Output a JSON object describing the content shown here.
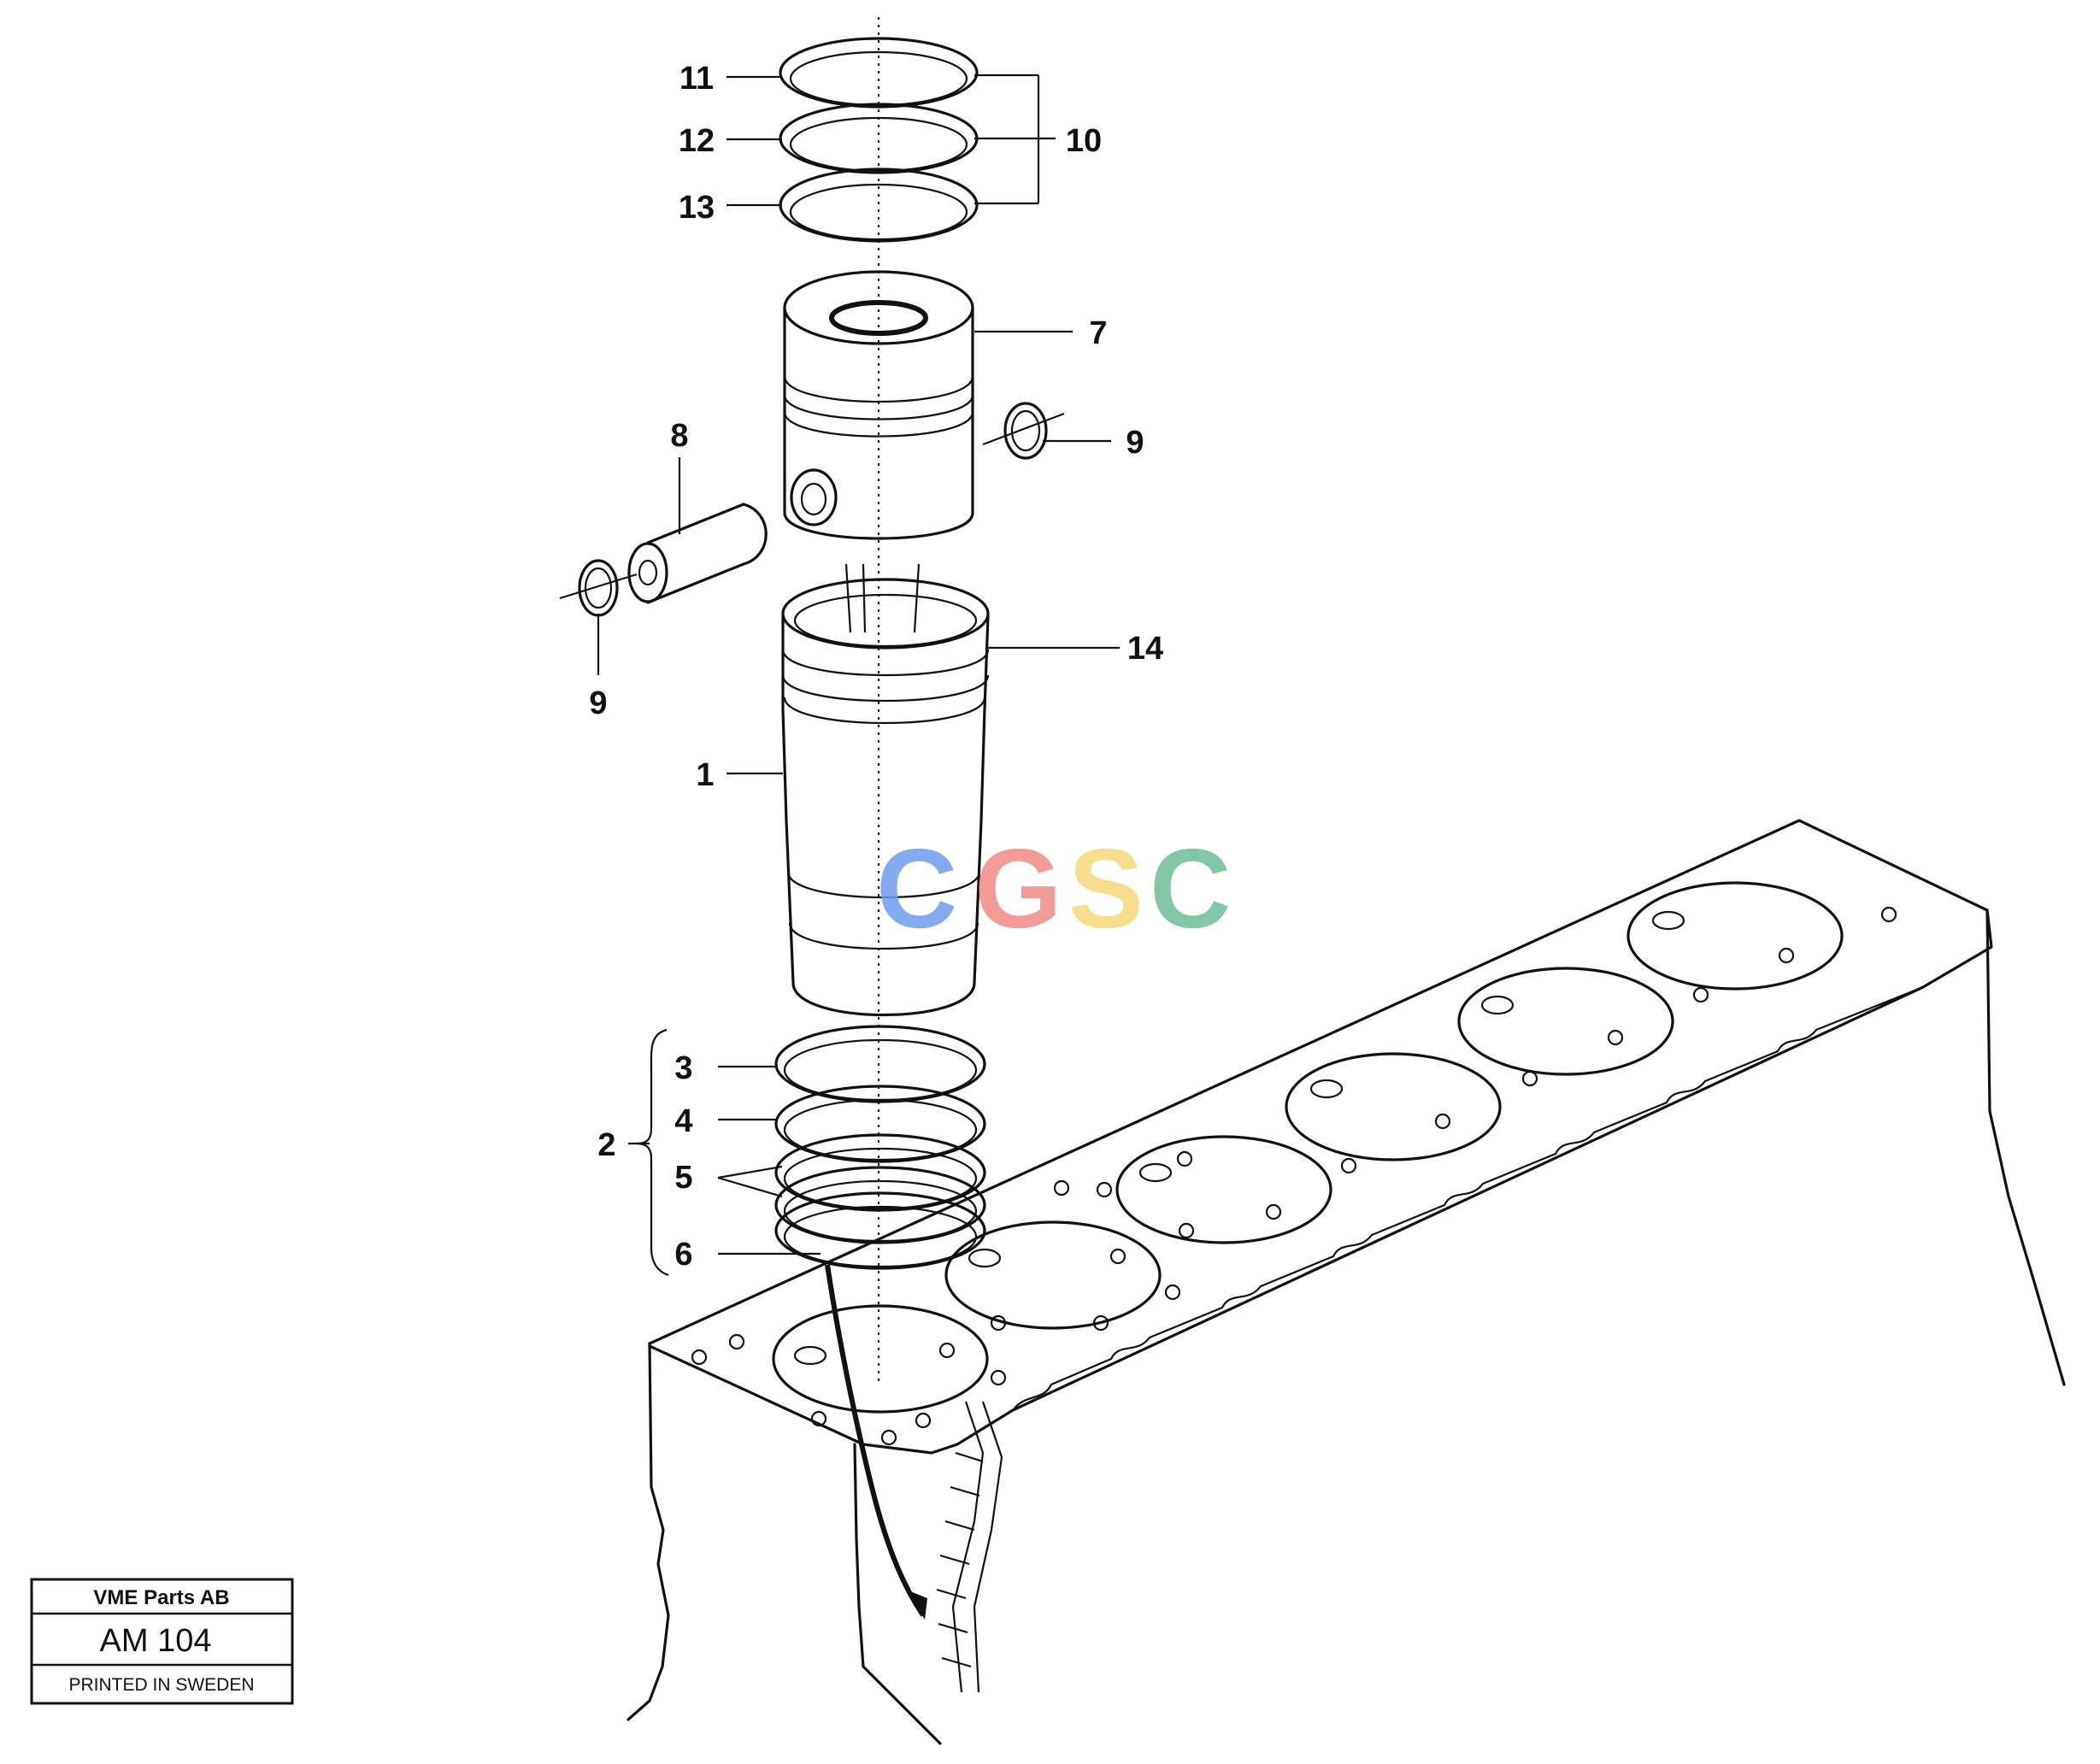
{
  "callouts": [
    {
      "id": "c1",
      "label": "1"
    },
    {
      "id": "c2",
      "label": "2"
    },
    {
      "id": "c3",
      "label": "3"
    },
    {
      "id": "c4",
      "label": "4"
    },
    {
      "id": "c5",
      "label": "5"
    },
    {
      "id": "c6",
      "label": "6"
    },
    {
      "id": "c7",
      "label": "7"
    },
    {
      "id": "c8",
      "label": "8"
    },
    {
      "id": "c9a",
      "label": "9"
    },
    {
      "id": "c9b",
      "label": "9"
    },
    {
      "id": "c10",
      "label": "10"
    },
    {
      "id": "c11",
      "label": "11"
    },
    {
      "id": "c12",
      "label": "12"
    },
    {
      "id": "c13",
      "label": "13"
    },
    {
      "id": "c14",
      "label": "14"
    }
  ],
  "watermark": {
    "letters": [
      "C",
      "G",
      "S",
      "C"
    ],
    "colors": [
      "#6f9df0",
      "#f08a86",
      "#f6d978",
      "#6dbf97"
    ]
  },
  "title_block": {
    "company": "VME Parts AB",
    "code": "AM 104",
    "printed": "PRINTED IN SWEDEN"
  }
}
